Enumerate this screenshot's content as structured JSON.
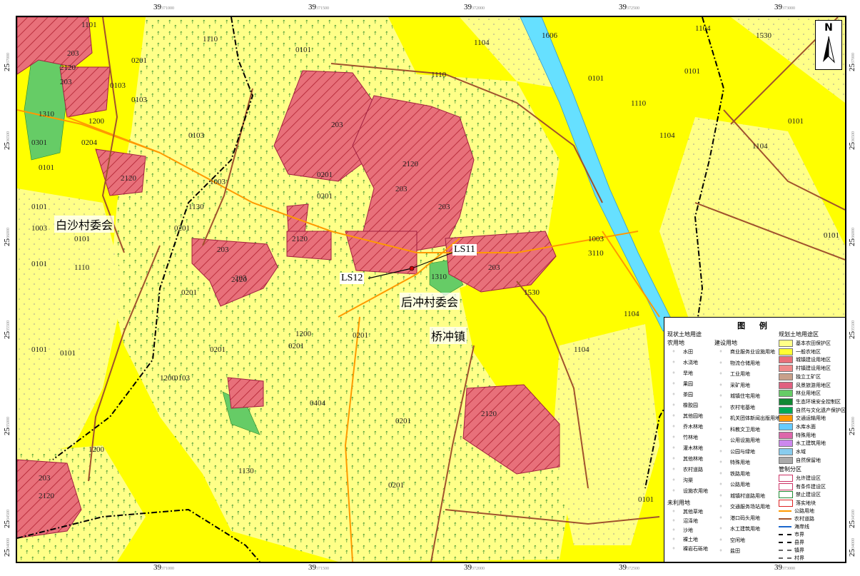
{
  "map": {
    "top_ticks": [
      {
        "main": "39",
        "sub": "371000"
      },
      {
        "main": "39",
        "sub": "371500"
      },
      {
        "main": "39",
        "sub": "372000"
      },
      {
        "main": "39",
        "sub": "372500"
      },
      {
        "main": "39",
        "sub": "373000"
      }
    ],
    "bottom_ticks": [
      {
        "main": "39",
        "sub": "371000"
      },
      {
        "main": "39",
        "sub": "371500"
      },
      {
        "main": "39",
        "sub": "372000"
      },
      {
        "main": "39",
        "sub": "372500"
      },
      {
        "main": "39",
        "sub": "373000"
      }
    ],
    "left_ticks": [
      {
        "main": "25",
        "sub": "37000"
      },
      {
        "main": "25",
        "sub": "36500"
      },
      {
        "main": "25",
        "sub": "36000"
      },
      {
        "main": "25",
        "sub": "35500"
      },
      {
        "main": "25",
        "sub": "35000"
      },
      {
        "main": "25",
        "sub": "34500"
      },
      {
        "main": "25",
        "sub": "34000"
      }
    ],
    "right_ticks": [
      {
        "main": "25",
        "sub": "37000"
      },
      {
        "main": "25",
        "sub": "36500"
      },
      {
        "main": "25",
        "sub": "36000"
      },
      {
        "main": "25",
        "sub": "35500"
      },
      {
        "main": "25",
        "sub": "35000"
      },
      {
        "main": "25",
        "sub": "34500"
      },
      {
        "main": "25",
        "sub": "34000"
      }
    ],
    "north_label": "N",
    "places": {
      "baisha": "白沙村委会",
      "houchong": "后冲村委会",
      "qiaochong": "桥冲镇"
    },
    "samples": {
      "ls11": "LS11",
      "ls12": "LS12"
    },
    "codes": [
      "0101",
      "0101",
      "0101",
      "0101",
      "0101",
      "0101",
      "0101",
      "0101",
      "0101",
      "0101",
      "0101",
      "0101",
      "0101",
      "0101",
      "0101",
      "0103",
      "0103",
      "0103",
      "0103",
      "0201",
      "0201",
      "0201",
      "0201",
      "0201",
      "0201",
      "0201",
      "0201",
      "0201",
      "0201",
      "0204",
      "0301",
      "0404",
      "1003",
      "1003",
      "1003",
      "1101",
      "1104",
      "1104",
      "1104",
      "1104",
      "1104",
      "1104",
      "1110",
      "1110",
      "1110",
      "1110",
      "1130",
      "1130",
      "1200",
      "1200",
      "1200",
      "1200",
      "1200",
      "1310",
      "1310",
      "1530",
      "1530",
      "1606",
      "203",
      "203",
      "203",
      "203",
      "203",
      "203",
      "203",
      "203",
      "203",
      "2120",
      "2120",
      "2120",
      "2120",
      "2120",
      "2120",
      "2120",
      "3110"
    ]
  },
  "legend": {
    "title": "图 例",
    "current_header": "现状土地用途",
    "farm_header": "农用地",
    "farm_items": [
      "水田",
      "水浇地",
      "旱地",
      "果园",
      "茶园",
      "橡胶园",
      "其他园地",
      "乔木林地",
      "竹林地",
      "灌木林地",
      "其他林地",
      "农村道路",
      "沟渠",
      "设施农用地"
    ],
    "unused_header": "未利用地",
    "unused_items": [
      "其他草地",
      "沼泽地",
      "沙地",
      "裸土地",
      "裸岩石砾地"
    ],
    "build_header": "建设用地",
    "build_items": [
      "商业服务业设施用地",
      "物流仓储用地",
      "工业用地",
      "采矿用地",
      "城镇住宅用地",
      "农村宅基地",
      "机关团体新闻出版用地",
      "科教文卫用地",
      "公用设施用地",
      "公园与绿地",
      "特殊用地",
      "铁路用地",
      "公路用地",
      "城镇村道路用地",
      "交通服务场站用地",
      "港口码头用地",
      "水工建筑用地",
      "空闲地",
      "盐田"
    ],
    "plan_header": "规划土地用途区",
    "plan_items": [
      {
        "label": "基本农田保护区",
        "color": "#ffff88"
      },
      {
        "label": "一般农地区",
        "color": "#ffff33"
      },
      {
        "label": "城镇建设用地区",
        "color": "#e8707a"
      },
      {
        "label": "村镇建设用地区",
        "color": "#f08a8a"
      },
      {
        "label": "独立工矿区",
        "color": "#c8a08a"
      },
      {
        "label": "风景旅游用地区",
        "color": "#e06080"
      },
      {
        "label": "林业用地区",
        "color": "#66cc66"
      },
      {
        "label": "生态环境安全控制区",
        "color": "#118833"
      },
      {
        "label": "自然与文化遗产保护区",
        "color": "#00aa55"
      },
      {
        "label": "交通运输用地",
        "color": "#ff9900"
      },
      {
        "label": "水库水面",
        "color": "#66ccff"
      },
      {
        "label": "特殊用地",
        "color": "#dd66aa"
      },
      {
        "label": "水工建筑用地",
        "color": "#cc88ee"
      },
      {
        "label": "水域",
        "color": "#88ccee"
      },
      {
        "label": "自然保留地",
        "color": "#aaaaaa"
      }
    ],
    "zone_header": "管制分区",
    "zone_items": [
      {
        "label": "允许建设区",
        "color": "#cc3366"
      },
      {
        "label": "有条件建设区",
        "color": "#cc3366"
      },
      {
        "label": "禁止建设区",
        "color": "#228833"
      },
      {
        "label": "落实地块",
        "color": "#dd2222"
      }
    ],
    "line_items": [
      {
        "label": "公路用地",
        "color": "#ff9900"
      },
      {
        "label": "农村道路",
        "color": "#a0522d"
      },
      {
        "label": "海岸线",
        "color": "#1a66cc"
      },
      {
        "label": "市界",
        "color": "#000000"
      },
      {
        "label": "县界",
        "color": "#000000"
      },
      {
        "label": "镇界",
        "color": "#666666"
      },
      {
        "label": "村界",
        "color": "#666666"
      }
    ]
  }
}
